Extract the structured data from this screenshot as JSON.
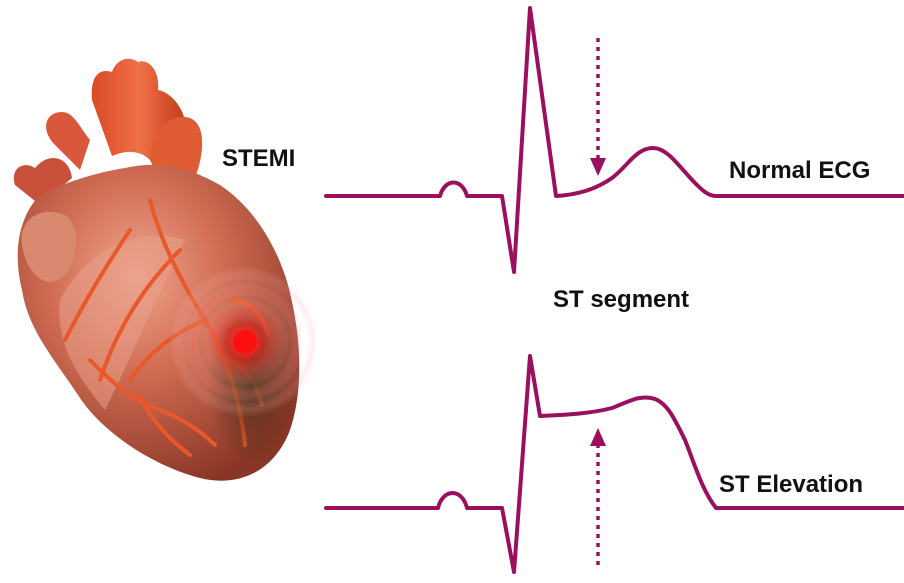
{
  "labels": {
    "stemi": "STEMI",
    "normal_ecg": "Normal ECG",
    "st_segment": "ST segment",
    "st_elevation": "ST Elevation"
  },
  "colors": {
    "ecg_line": "#9b0f5f",
    "label_text": "#111111",
    "infarct_center": "#ff1010",
    "heart_base": "#c8614a",
    "heart_light": "#e79179",
    "heart_dark": "#7e2a1e",
    "vessels": "#e8582a"
  },
  "icons": {
    "heart": "heart-illustration-icon",
    "infarct": "infarct-glow-icon",
    "normal_arrow": "dotted-arrow-down-icon",
    "elevation_arrow": "dotted-arrow-up-icon"
  }
}
